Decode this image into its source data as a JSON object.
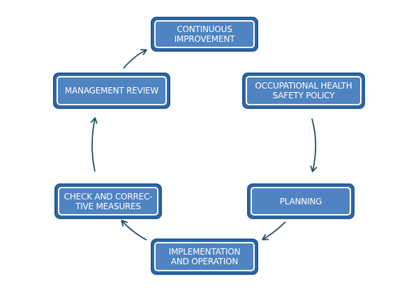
{
  "diagram": {
    "colors": {
      "box_outer": "#2a68a8",
      "box_inner": "#4f83c1",
      "text": "#ffffff",
      "arrow": "#1f4e5f"
    },
    "steps": [
      {
        "id": "continuous-improvement",
        "lines": [
          "CONTINUOUS",
          "IMPROVEMENT"
        ]
      },
      {
        "id": "occupational-health-safety-policy",
        "lines": [
          "OCCUPATIONAL HEALTH",
          "SAFETY POLICY"
        ]
      },
      {
        "id": "planning",
        "lines": [
          "PLANNING"
        ]
      },
      {
        "id": "implementation-and-operation",
        "lines": [
          "IMPLEMENTATION",
          "AND OPERATION"
        ]
      },
      {
        "id": "check-and-corrective-measures",
        "lines": [
          "CHECK AND CORREC-",
          "TIVE MEASURES"
        ]
      },
      {
        "id": "management-review",
        "lines": [
          "MANAGEMENT REVIEW"
        ]
      }
    ]
  }
}
